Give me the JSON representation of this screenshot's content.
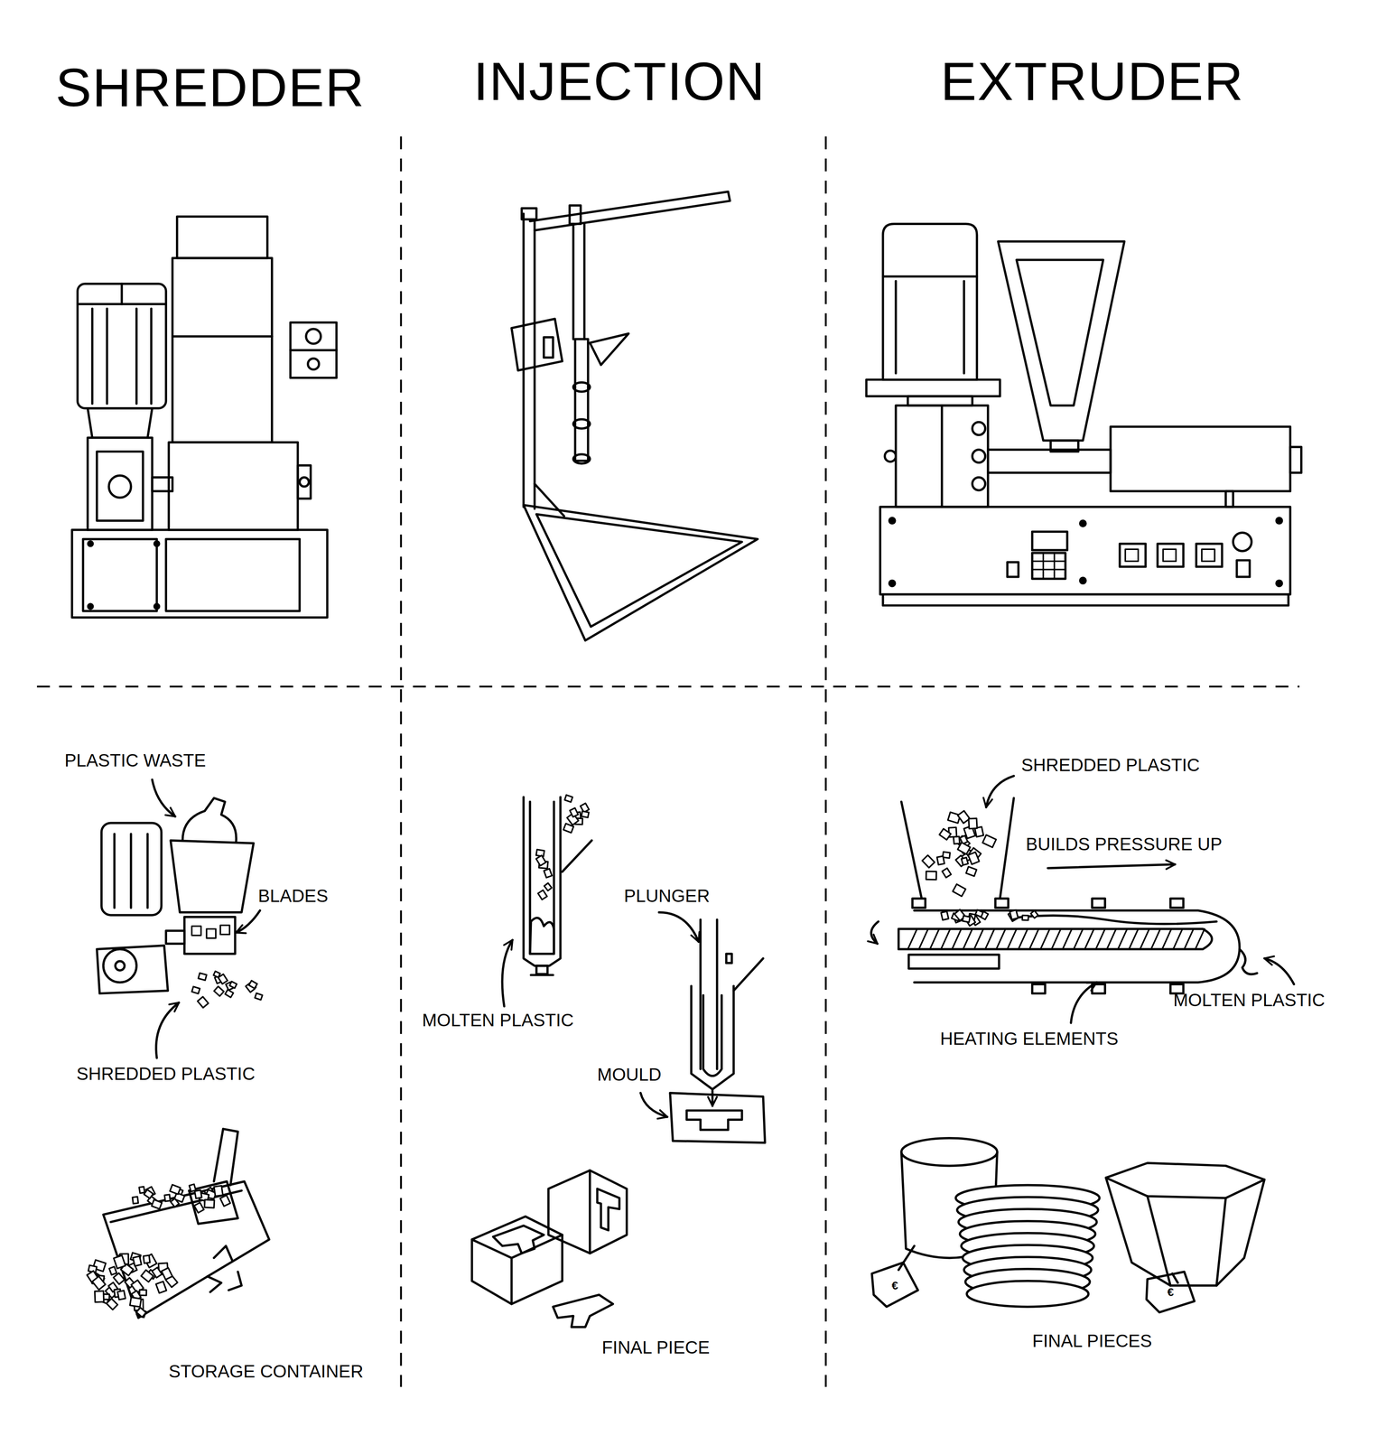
{
  "diagram": {
    "labels": [
      "SHREDDER",
      "INJECTION",
      "EXTRUDER",
      "PLASTIC WASTE",
      "BLADES",
      "SHREDDED PLASTIC",
      "STORAGE CONTAINER",
      "MOLTEN PLASTIC",
      "PLUNGER",
      "MOULD",
      "FINAL PIECE",
      "SHREDDED PLASTIC",
      "BUILDS PRESSURE UP",
      "MOLTEN PLASTIC",
      "HEATING ELEMENTS",
      "FINAL PIECES",
      "€",
      "€"
    ]
  }
}
